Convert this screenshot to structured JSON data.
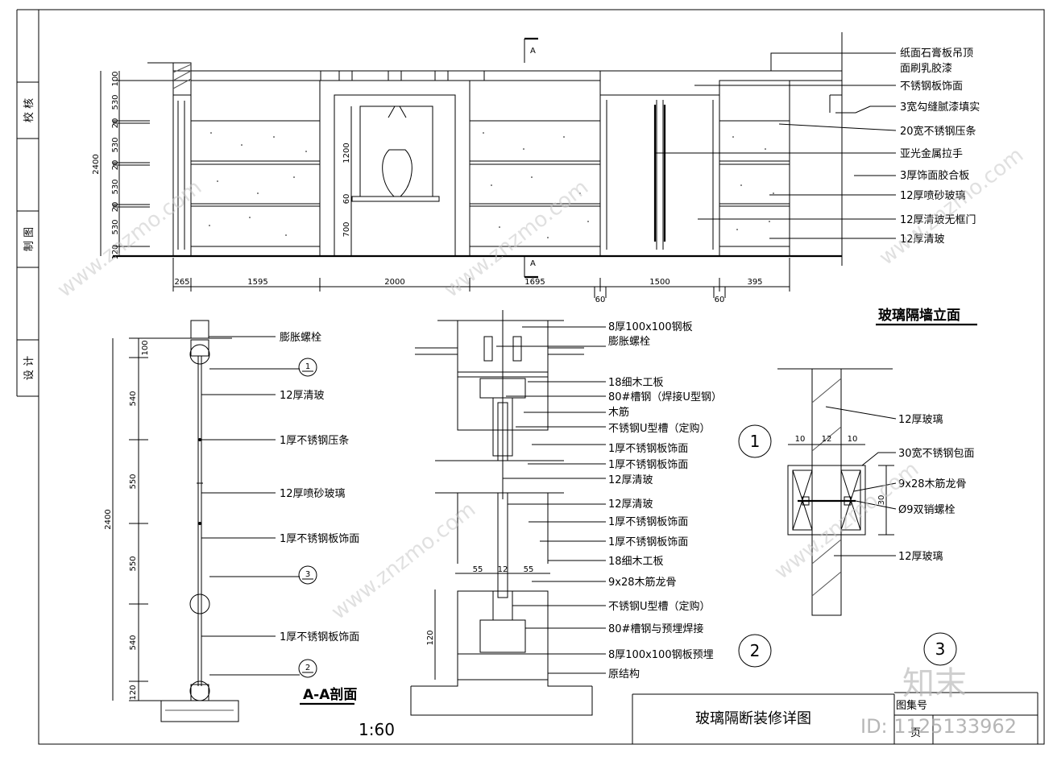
{
  "sidebar": {
    "items": [
      "校 核",
      "制 图",
      "设 计"
    ]
  },
  "elevation": {
    "title": "玻璃隔墙立面",
    "section_marker": "A",
    "vertical_dims": [
      "100",
      "530",
      "20",
      "530",
      "20",
      "530",
      "20",
      "530",
      "120"
    ],
    "overall_height": "2400",
    "niche_dims": [
      "1200",
      "60",
      "700"
    ],
    "horizontal_dims": [
      "265",
      "1595",
      "2000",
      "1695",
      "1500",
      "395"
    ],
    "small_dims": [
      "60",
      "60"
    ],
    "labels": [
      "纸面石膏板吊顶",
      "面刷乳胶漆",
      "不锈钢板饰面",
      "3宽勾缝腻漆填实",
      "20宽不锈钢压条",
      "亚光金属拉手",
      "3厚饰面胶合板",
      "12厚喷砂玻璃",
      "12厚清玻无框门",
      "12厚清玻"
    ]
  },
  "section_aa": {
    "title": "A-A剖面",
    "vertical_dims": [
      "100",
      "540",
      "550",
      "550",
      "540",
      "120"
    ],
    "overall_height": "2400",
    "labels": [
      "膨胀螺栓",
      "12厚清玻",
      "1厚不锈钢压条",
      "12厚喷砂玻璃",
      "1厚不锈钢板饰面",
      "1厚不锈钢板饰面"
    ],
    "callouts": [
      "1",
      "3",
      "2"
    ]
  },
  "detail_top": {
    "labels": [
      "8厚100x100钢板",
      "膨胀螺栓",
      "18细木工板",
      "80#槽钢（焊接U型钢）",
      "木筋",
      "不锈钢U型槽（定购）",
      "1厚不锈钢板饰面",
      "1厚不锈钢板饰面",
      "12厚清玻"
    ]
  },
  "detail_bottom": {
    "dims": [
      "55",
      "12",
      "55",
      "120"
    ],
    "labels": [
      "12厚清玻",
      "1厚不锈钢板饰面",
      "1厚不锈钢板饰面",
      "18细木工板",
      "9x28木筋龙骨",
      "不锈钢U型槽（定购）",
      "80#槽钢与预埋焊接",
      "8厚100x100钢板预埋",
      "原结构"
    ]
  },
  "detail_three": {
    "dims": [
      "10",
      "12",
      "10",
      "30"
    ],
    "labels": [
      "12厚玻璃",
      "30宽不锈钢包面",
      "9x28木筋龙骨",
      "Ø9双销螺栓",
      "12厚玻璃"
    ]
  },
  "circles": [
    "1",
    "2",
    "3"
  ],
  "scale": "1:60",
  "title_block": {
    "title": "玻璃隔断装修详图",
    "atlas_label": "图集号",
    "page_label": "页"
  },
  "watermark": {
    "text": "www.znzmo.com",
    "brand": "知末",
    "id": "ID: 1125133962"
  }
}
